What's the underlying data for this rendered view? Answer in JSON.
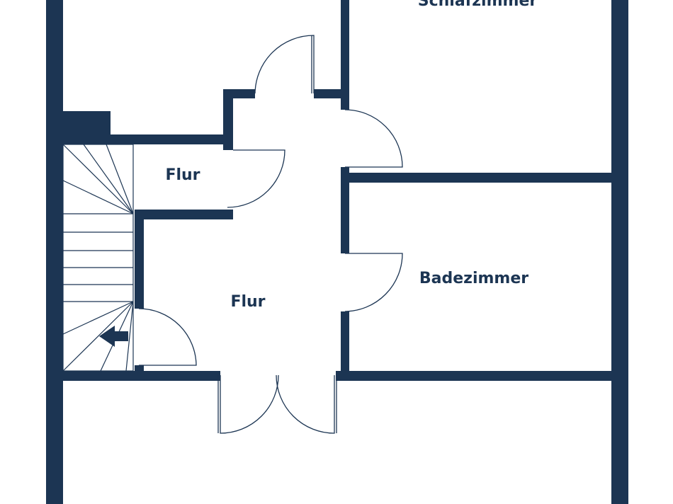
{
  "colors": {
    "wall": "#1c3553",
    "background": "#ffffff"
  },
  "rooms": {
    "schlafzimmer": "Schlafzimmer",
    "flur_small": "Flur",
    "flur_main": "Flur",
    "badezimmer": "Badezimmer"
  },
  "icons": {
    "stair_arrow": "arrow-left-icon"
  }
}
